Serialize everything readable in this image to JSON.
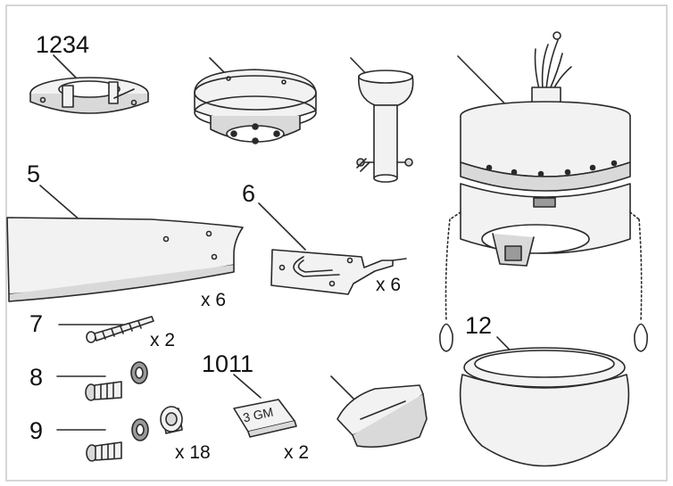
{
  "labels": {
    "part_1234": "1234",
    "part_5": "5",
    "part_6": "6",
    "part_7": "7",
    "part_8": "8",
    "part_9": "9",
    "part_1011": "1011",
    "part_12": "12"
  },
  "quantities": {
    "blades": "x 6",
    "brackets": "x 6",
    "screws_7": "x 2",
    "hardware_9": "x 18",
    "balancing": "x 2"
  },
  "balancing_tag": "3 GM",
  "colors": {
    "line": "#2a2a2a",
    "fill_light": "#f2f2f2",
    "fill_mid": "#d9d9d9",
    "fill_dark": "#9a9a9a",
    "frame": "#c8c8c8"
  }
}
